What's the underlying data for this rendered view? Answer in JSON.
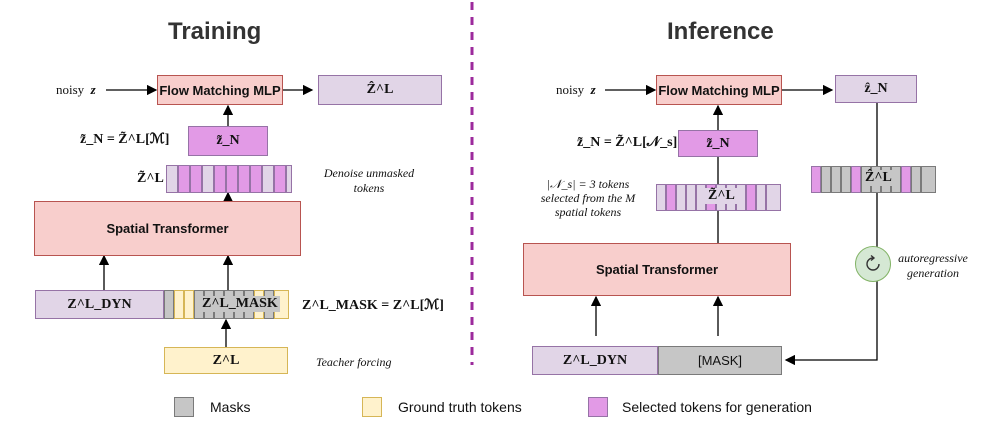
{
  "training": {
    "title": "Training",
    "noisy_label": "noisy",
    "noisy_sym": "z",
    "flow_mlp": "Flow Matching MLP",
    "zhat_L": "Ẑ^L",
    "ztilde_eq": "z̃_N =  Z̃^L[ℳ]",
    "ztilde_N": "z̃_N",
    "ztilde_L": "Z̃^L",
    "denoise_note": "Denoise unmasked tokens",
    "spatial_transformer": "Spatial Transformer",
    "z_dyn": "Z^L_DYN",
    "z_mask": "Z^L_MASK",
    "mask_eq": "Z^L_MASK = Z^L[ℳ]",
    "z_L": "Z^L",
    "teacher_forcing": "Teacher forcing"
  },
  "inference": {
    "title": "Inference",
    "noisy_label": "noisy",
    "noisy_sym": "z",
    "flow_mlp": "Flow Matching MLP",
    "zhat_N": "ẑ_N",
    "ztilde_eq": "z̃_N = Z̃^L[𝒩_s]",
    "ztilde_N": "z̃_N",
    "ztilde_L": "Z̃^L",
    "selected_note": "|𝒩_s| = 3 tokens selected from the M spatial tokens",
    "zhat_L": "Ẑ^L",
    "spatial_transformer": "Spatial Transformer",
    "autoregressive": "autoregressive generation",
    "z_dyn": "Z^L_DYN",
    "mask_label": "[MASK]"
  },
  "legend": {
    "masks": "Masks",
    "ground_truth": "Ground truth tokens",
    "selected": "Selected tokens for generation"
  },
  "colors": {
    "pink": "#f8cecc",
    "lavender": "#e1d5e7",
    "magenta": "#e29ae6",
    "gray": "#c6c6c6",
    "yellow": "#fff2cc",
    "green": "#d5e8d4",
    "divider": "#9c2a9c"
  }
}
